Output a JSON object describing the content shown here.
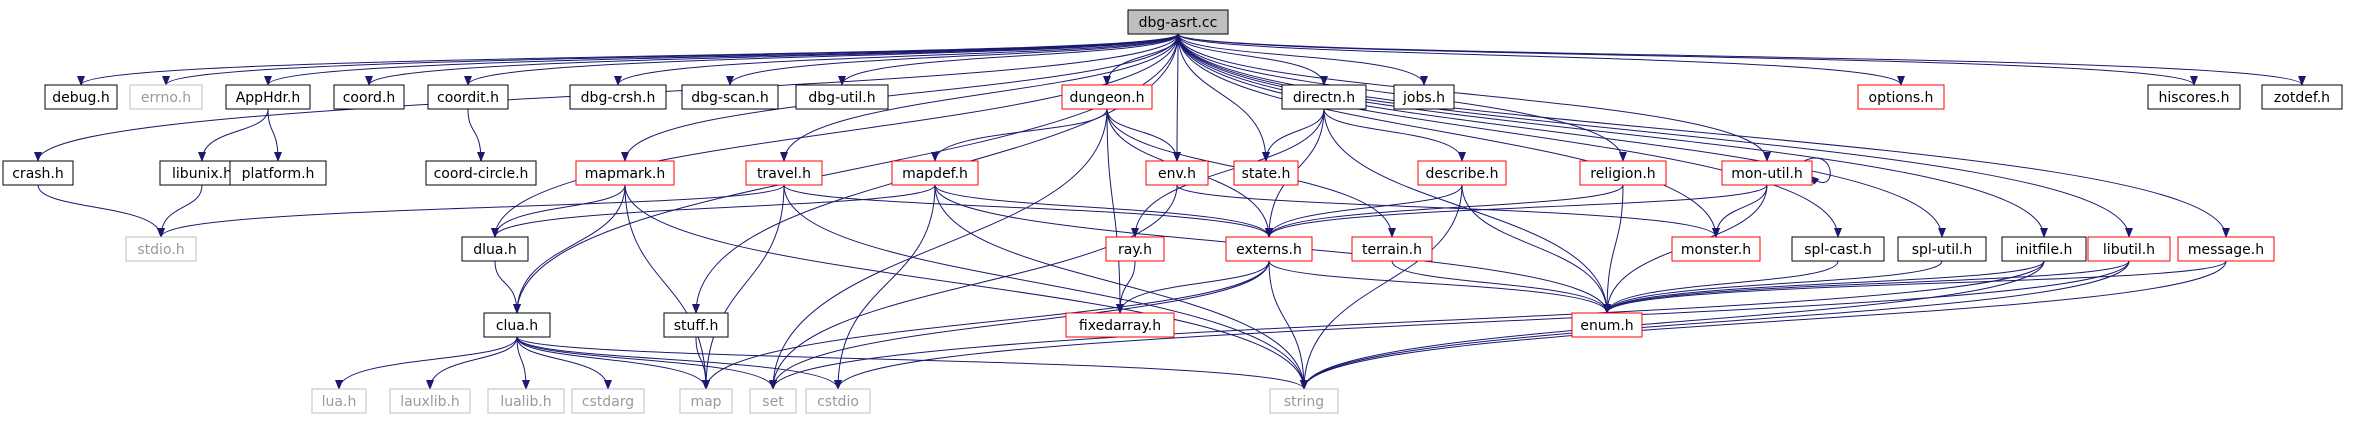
{
  "diagram": {
    "nodes": [
      {
        "id": "dbg-asrt.cc",
        "label": "dbg-asrt.cc",
        "style": "root"
      },
      {
        "id": "crash.h",
        "label": "crash.h",
        "style": "black"
      },
      {
        "id": "debug.h",
        "label": "debug.h",
        "style": "black"
      },
      {
        "id": "errno.h",
        "label": "errno.h",
        "style": "gray"
      },
      {
        "id": "AppHdr.h",
        "label": "AppHdr.h",
        "style": "black"
      },
      {
        "id": "coord.h",
        "label": "coord.h",
        "style": "black"
      },
      {
        "id": "coordit.h",
        "label": "coordit.h",
        "style": "black"
      },
      {
        "id": "dbg-crsh.h",
        "label": "dbg-crsh.h",
        "style": "black"
      },
      {
        "id": "dbg-scan.h",
        "label": "dbg-scan.h",
        "style": "black"
      },
      {
        "id": "dbg-util.h",
        "label": "dbg-util.h",
        "style": "black"
      },
      {
        "id": "dungeon.h",
        "label": "dungeon.h",
        "style": "red"
      },
      {
        "id": "directn.h",
        "label": "directn.h",
        "style": "black"
      },
      {
        "id": "jobs.h",
        "label": "jobs.h",
        "style": "black"
      },
      {
        "id": "options.h",
        "label": "options.h",
        "style": "red"
      },
      {
        "id": "hiscores.h",
        "label": "hiscores.h",
        "style": "black"
      },
      {
        "id": "zotdef.h",
        "label": "zotdef.h",
        "style": "black"
      },
      {
        "id": "libunix.h",
        "label": "libunix.h",
        "style": "black"
      },
      {
        "id": "platform.h",
        "label": "platform.h",
        "style": "black"
      },
      {
        "id": "coord-circle.h",
        "label": "coord-circle.h",
        "style": "black"
      },
      {
        "id": "mapmark.h",
        "label": "mapmark.h",
        "style": "red"
      },
      {
        "id": "travel.h",
        "label": "travel.h",
        "style": "red"
      },
      {
        "id": "mapdef.h",
        "label": "mapdef.h",
        "style": "red"
      },
      {
        "id": "env.h",
        "label": "env.h",
        "style": "red"
      },
      {
        "id": "state.h",
        "label": "state.h",
        "style": "red"
      },
      {
        "id": "describe.h",
        "label": "describe.h",
        "style": "red"
      },
      {
        "id": "religion.h",
        "label": "religion.h",
        "style": "red"
      },
      {
        "id": "mon-util.h",
        "label": "mon-util.h",
        "style": "red"
      },
      {
        "id": "stdio.h",
        "label": "stdio.h",
        "style": "gray"
      },
      {
        "id": "dlua.h",
        "label": "dlua.h",
        "style": "black"
      },
      {
        "id": "ray.h",
        "label": "ray.h",
        "style": "red"
      },
      {
        "id": "externs.h",
        "label": "externs.h",
        "style": "red"
      },
      {
        "id": "terrain.h",
        "label": "terrain.h",
        "style": "red"
      },
      {
        "id": "monster.h",
        "label": "monster.h",
        "style": "red"
      },
      {
        "id": "spl-cast.h",
        "label": "spl-cast.h",
        "style": "black"
      },
      {
        "id": "spl-util.h",
        "label": "spl-util.h",
        "style": "black"
      },
      {
        "id": "initfile.h",
        "label": "initfile.h",
        "style": "black"
      },
      {
        "id": "libutil.h",
        "label": "libutil.h",
        "style": "red"
      },
      {
        "id": "message.h",
        "label": "message.h",
        "style": "red"
      },
      {
        "id": "clua.h",
        "label": "clua.h",
        "style": "black"
      },
      {
        "id": "stuff.h",
        "label": "stuff.h",
        "style": "black"
      },
      {
        "id": "fixedarray.h",
        "label": "fixedarray.h",
        "style": "red"
      },
      {
        "id": "enum.h",
        "label": "enum.h",
        "style": "red"
      },
      {
        "id": "lua.h",
        "label": "lua.h",
        "style": "gray"
      },
      {
        "id": "lauxlib.h",
        "label": "lauxlib.h",
        "style": "gray"
      },
      {
        "id": "lualib.h",
        "label": "lualib.h",
        "style": "gray"
      },
      {
        "id": "cstdarg",
        "label": "cstdarg",
        "style": "gray"
      },
      {
        "id": "map",
        "label": "map",
        "style": "gray"
      },
      {
        "id": "set",
        "label": "set",
        "style": "gray"
      },
      {
        "id": "cstdio",
        "label": "cstdio",
        "style": "gray"
      },
      {
        "id": "string",
        "label": "string",
        "style": "gray"
      }
    ],
    "edges": [
      [
        "dbg-asrt.cc",
        "crash.h"
      ],
      [
        "dbg-asrt.cc",
        "debug.h"
      ],
      [
        "dbg-asrt.cc",
        "errno.h"
      ],
      [
        "dbg-asrt.cc",
        "AppHdr.h"
      ],
      [
        "dbg-asrt.cc",
        "coord.h"
      ],
      [
        "dbg-asrt.cc",
        "coordit.h"
      ],
      [
        "dbg-asrt.cc",
        "dbg-crsh.h"
      ],
      [
        "dbg-asrt.cc",
        "dbg-scan.h"
      ],
      [
        "dbg-asrt.cc",
        "dbg-util.h"
      ],
      [
        "dbg-asrt.cc",
        "dungeon.h"
      ],
      [
        "dbg-asrt.cc",
        "directn.h"
      ],
      [
        "dbg-asrt.cc",
        "jobs.h"
      ],
      [
        "dbg-asrt.cc",
        "options.h"
      ],
      [
        "dbg-asrt.cc",
        "hiscores.h"
      ],
      [
        "dbg-asrt.cc",
        "zotdef.h"
      ],
      [
        "dbg-asrt.cc",
        "mapmark.h"
      ],
      [
        "dbg-asrt.cc",
        "travel.h"
      ],
      [
        "dbg-asrt.cc",
        "env.h"
      ],
      [
        "dbg-asrt.cc",
        "state.h"
      ],
      [
        "dbg-asrt.cc",
        "religion.h"
      ],
      [
        "dbg-asrt.cc",
        "mon-util.h"
      ],
      [
        "dbg-asrt.cc",
        "dlua.h"
      ],
      [
        "dbg-asrt.cc",
        "clua.h"
      ],
      [
        "dbg-asrt.cc",
        "stuff.h"
      ],
      [
        "dbg-asrt.cc",
        "monster.h"
      ],
      [
        "dbg-asrt.cc",
        "spl-cast.h"
      ],
      [
        "dbg-asrt.cc",
        "spl-util.h"
      ],
      [
        "dbg-asrt.cc",
        "initfile.h"
      ],
      [
        "dbg-asrt.cc",
        "libutil.h"
      ],
      [
        "dbg-asrt.cc",
        "message.h"
      ],
      [
        "crash.h",
        "stdio.h"
      ],
      [
        "AppHdr.h",
        "libunix.h"
      ],
      [
        "AppHdr.h",
        "platform.h"
      ],
      [
        "libunix.h",
        "stdio.h"
      ],
      [
        "coordit.h",
        "coord-circle.h"
      ],
      [
        "dungeon.h",
        "mapdef.h"
      ],
      [
        "dungeon.h",
        "env.h"
      ],
      [
        "dungeon.h",
        "externs.h"
      ],
      [
        "dungeon.h",
        "fixedarray.h"
      ],
      [
        "dungeon.h",
        "terrain.h"
      ],
      [
        "dungeon.h",
        "set"
      ],
      [
        "directn.h",
        "state.h"
      ],
      [
        "directn.h",
        "describe.h"
      ],
      [
        "directn.h",
        "ray.h"
      ],
      [
        "directn.h",
        "externs.h"
      ],
      [
        "directn.h",
        "enum.h"
      ],
      [
        "mapmark.h",
        "dlua.h"
      ],
      [
        "mapmark.h",
        "clua.h"
      ],
      [
        "mapmark.h",
        "map"
      ],
      [
        "mapmark.h",
        "string"
      ],
      [
        "travel.h",
        "stdio.h"
      ],
      [
        "travel.h",
        "externs.h"
      ],
      [
        "travel.h",
        "map"
      ],
      [
        "travel.h",
        "string"
      ],
      [
        "mapdef.h",
        "dlua.h"
      ],
      [
        "mapdef.h",
        "externs.h"
      ],
      [
        "mapdef.h",
        "cstdio"
      ],
      [
        "mapdef.h",
        "string"
      ],
      [
        "mapdef.h",
        "enum.h"
      ],
      [
        "env.h",
        "monster.h"
      ],
      [
        "env.h",
        "set"
      ],
      [
        "describe.h",
        "externs.h"
      ],
      [
        "describe.h",
        "enum.h"
      ],
      [
        "describe.h",
        "string"
      ],
      [
        "religion.h",
        "externs.h"
      ],
      [
        "religion.h",
        "enum.h"
      ],
      [
        "mon-util.h",
        "mon-util.h"
      ],
      [
        "mon-util.h",
        "externs.h"
      ],
      [
        "mon-util.h",
        "monster.h"
      ],
      [
        "mon-util.h",
        "enum.h"
      ],
      [
        "dlua.h",
        "clua.h"
      ],
      [
        "ray.h",
        "fixedarray.h"
      ],
      [
        "externs.h",
        "fixedarray.h"
      ],
      [
        "externs.h",
        "enum.h"
      ],
      [
        "externs.h",
        "set"
      ],
      [
        "externs.h",
        "string"
      ],
      [
        "externs.h",
        "map"
      ],
      [
        "terrain.h",
        "enum.h"
      ],
      [
        "spl-cast.h",
        "enum.h"
      ],
      [
        "spl-util.h",
        "enum.h"
      ],
      [
        "initfile.h",
        "enum.h"
      ],
      [
        "initfile.h",
        "set"
      ],
      [
        "initfile.h",
        "string"
      ],
      [
        "libutil.h",
        "enum.h"
      ],
      [
        "libutil.h",
        "string"
      ],
      [
        "libutil.h",
        "cstdio"
      ],
      [
        "message.h",
        "enum.h"
      ],
      [
        "message.h",
        "string"
      ],
      [
        "clua.h",
        "lua.h"
      ],
      [
        "clua.h",
        "lauxlib.h"
      ],
      [
        "clua.h",
        "lualib.h"
      ],
      [
        "clua.h",
        "cstdarg"
      ],
      [
        "clua.h",
        "map"
      ],
      [
        "clua.h",
        "set"
      ],
      [
        "clua.h",
        "cstdio"
      ],
      [
        "clua.h",
        "string"
      ],
      [
        "stuff.h",
        "map"
      ]
    ]
  },
  "colors": {
    "edge": "#191970",
    "black_border": "#000000",
    "red_border": "#ff0000",
    "gray_border": "#bfbfbf",
    "gray_text": "#9a9a9a",
    "root_fill": "#bfbfbf",
    "text": "#000000"
  }
}
